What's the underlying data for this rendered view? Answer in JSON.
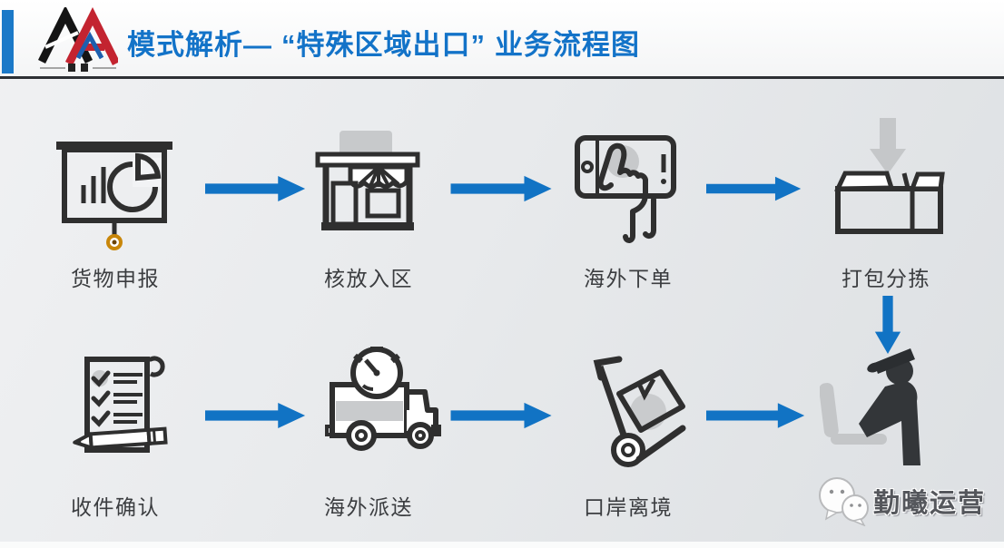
{
  "header": {
    "title_prefix": "模式解析—",
    "title_quoted": "“特殊区域出口”",
    "title_suffix": "业务流程图",
    "title_color": "#1373c8",
    "accent_bar_color": "#1b79c8"
  },
  "flow": {
    "arrow_color": "#1173c4",
    "rows": [
      {
        "nodes": [
          {
            "icon": "presentation-chart-icon",
            "label": "货物申报"
          },
          {
            "icon": "storefront-icon",
            "label": "核放入区"
          },
          {
            "icon": "tap-order-icon",
            "label": "海外下单"
          },
          {
            "icon": "packing-box-icon",
            "label": "打包分拣"
          }
        ]
      },
      {
        "nodes": [
          {
            "icon": "checklist-icon",
            "label": "收件确认"
          },
          {
            "icon": "delivery-truck-icon",
            "label": "海外派送"
          },
          {
            "icon": "handtruck-icon",
            "label": "口岸离境"
          },
          {
            "icon": "customs-officer-icon",
            "label": ""
          }
        ]
      }
    ]
  },
  "watermark": {
    "icon": "wechat-icon",
    "text": "勤曦运营"
  }
}
